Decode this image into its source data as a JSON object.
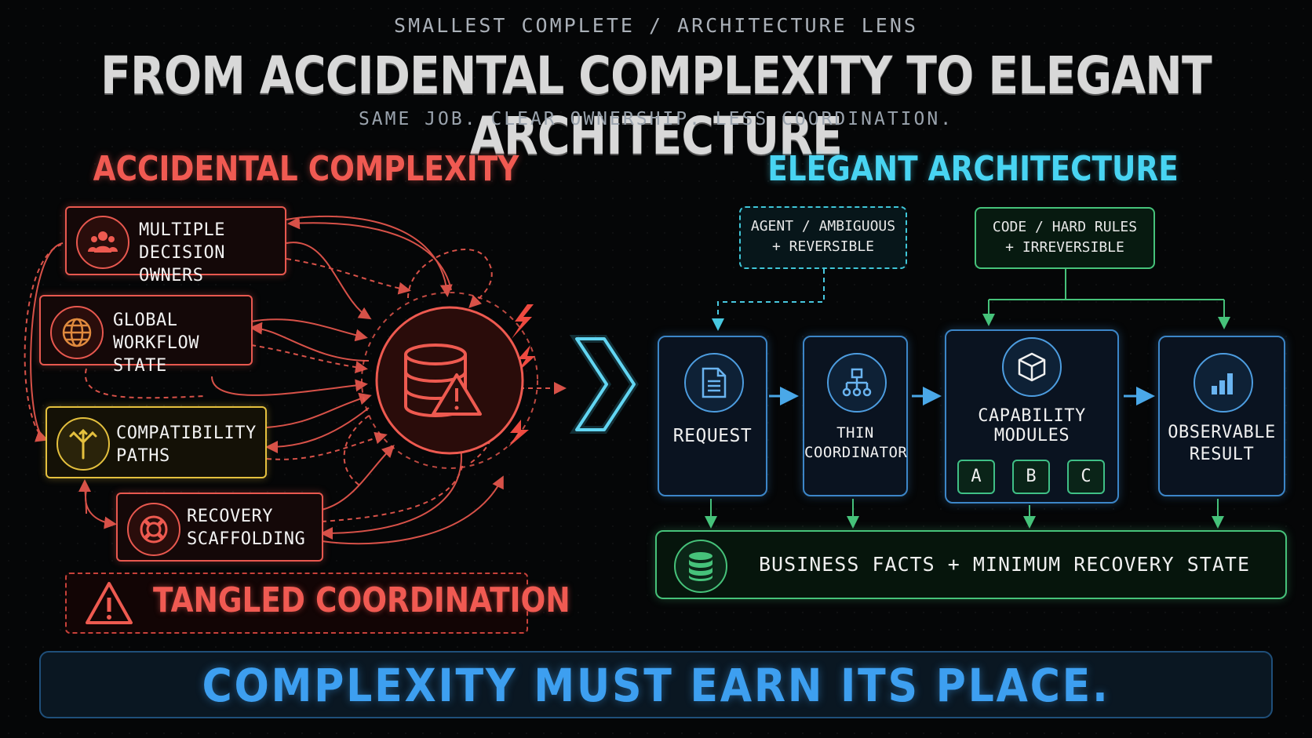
{
  "header": {
    "kicker": "SMALLEST COMPLETE / ARCHITECTURE LENS",
    "title": "FROM ACCIDENTAL COMPLEXITY TO ELEGANT ARCHITECTURE",
    "subtitle": "SAME JOB. CLEAR OWNERSHIP. LESS COORDINATION."
  },
  "left": {
    "title": "ACCIDENTAL COMPLEXITY",
    "boxes": [
      {
        "label": "MULTIPLE\nDECISION OWNERS",
        "icon": "users-icon"
      },
      {
        "label": "GLOBAL\nWORKFLOW STATE",
        "icon": "globe-icon"
      },
      {
        "label": "COMPATIBILITY\nPATHS",
        "icon": "branch-arrows-icon"
      },
      {
        "label": "RECOVERY\nSCAFFOLDING",
        "icon": "lifebuoy-icon"
      }
    ],
    "hub_icon": "database-warning-icon",
    "warning": "TANGLED COORDINATION",
    "accent": "#f05a52"
  },
  "right": {
    "title": "ELEGANT ARCHITECTURE",
    "tags": [
      {
        "label": "AGENT / AMBIGUOUS\n+ REVERSIBLE"
      },
      {
        "label": "CODE / HARD RULES\n+ IRREVERSIBLE"
      }
    ],
    "steps": [
      {
        "label": "REQUEST",
        "icon": "document-icon"
      },
      {
        "label": "THIN\nCOORDINATOR",
        "icon": "hierarchy-icon"
      },
      {
        "label": "CAPABILITY\nMODULES",
        "icon": "cube-icon",
        "modules": [
          "A",
          "B",
          "C"
        ]
      },
      {
        "label": "OBSERVABLE\nRESULT",
        "icon": "bar-chart-icon"
      }
    ],
    "facts": "BUSINESS FACTS + MINIMUM RECOVERY STATE",
    "accent": "#48d4f2"
  },
  "banner": "COMPLEXITY MUST EARN ITS PLACE."
}
